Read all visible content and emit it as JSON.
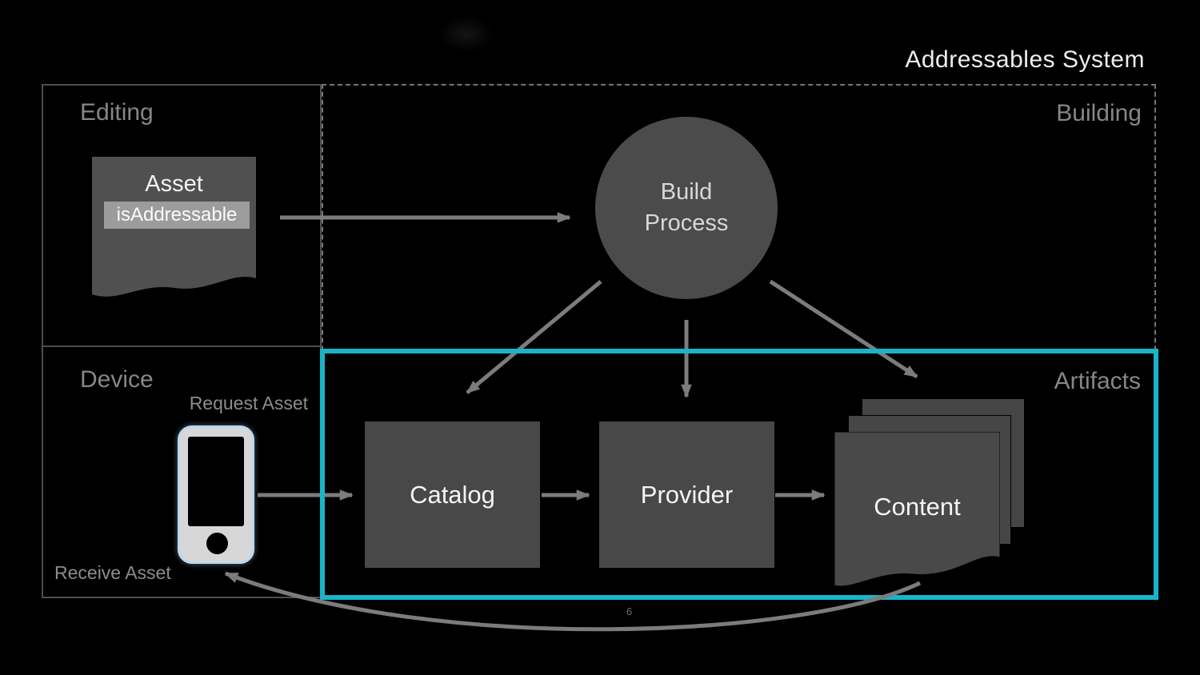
{
  "title": "Addressables System",
  "page_number": "6",
  "colors": {
    "background": "#000000",
    "accent_cyan": "#19b4ca",
    "arrow_gray": "#7c7c7c",
    "box_fill": "#484848",
    "label_gray": "#868686",
    "phone_body": "#d7d7d7",
    "phone_border": "#bed7ec",
    "highlight_field_bg": "#9c9c9c"
  },
  "regions": {
    "editing": {
      "label": "Editing"
    },
    "building": {
      "label": "Building"
    },
    "device": {
      "label": "Device"
    },
    "artifacts": {
      "label": "Artifacts"
    }
  },
  "nodes": {
    "asset": {
      "title": "Asset",
      "subtitle": "isAddressable"
    },
    "build_process": {
      "label": "Build Process"
    },
    "catalog": {
      "label": "Catalog"
    },
    "provider": {
      "label": "Provider"
    },
    "content": {
      "label": "Content"
    }
  },
  "device": {
    "request_label": "Request Asset",
    "receive_label": "Receive Asset",
    "icon": "smartphone-icon"
  },
  "icons": {
    "asset": "document-icon",
    "content": "document-stack-icon"
  },
  "arrows": [
    "asset-to-build-process",
    "build-process-to-catalog",
    "build-process-to-provider",
    "build-process-to-content",
    "device-to-catalog",
    "catalog-to-provider",
    "provider-to-content",
    "content-to-device-curve"
  ]
}
